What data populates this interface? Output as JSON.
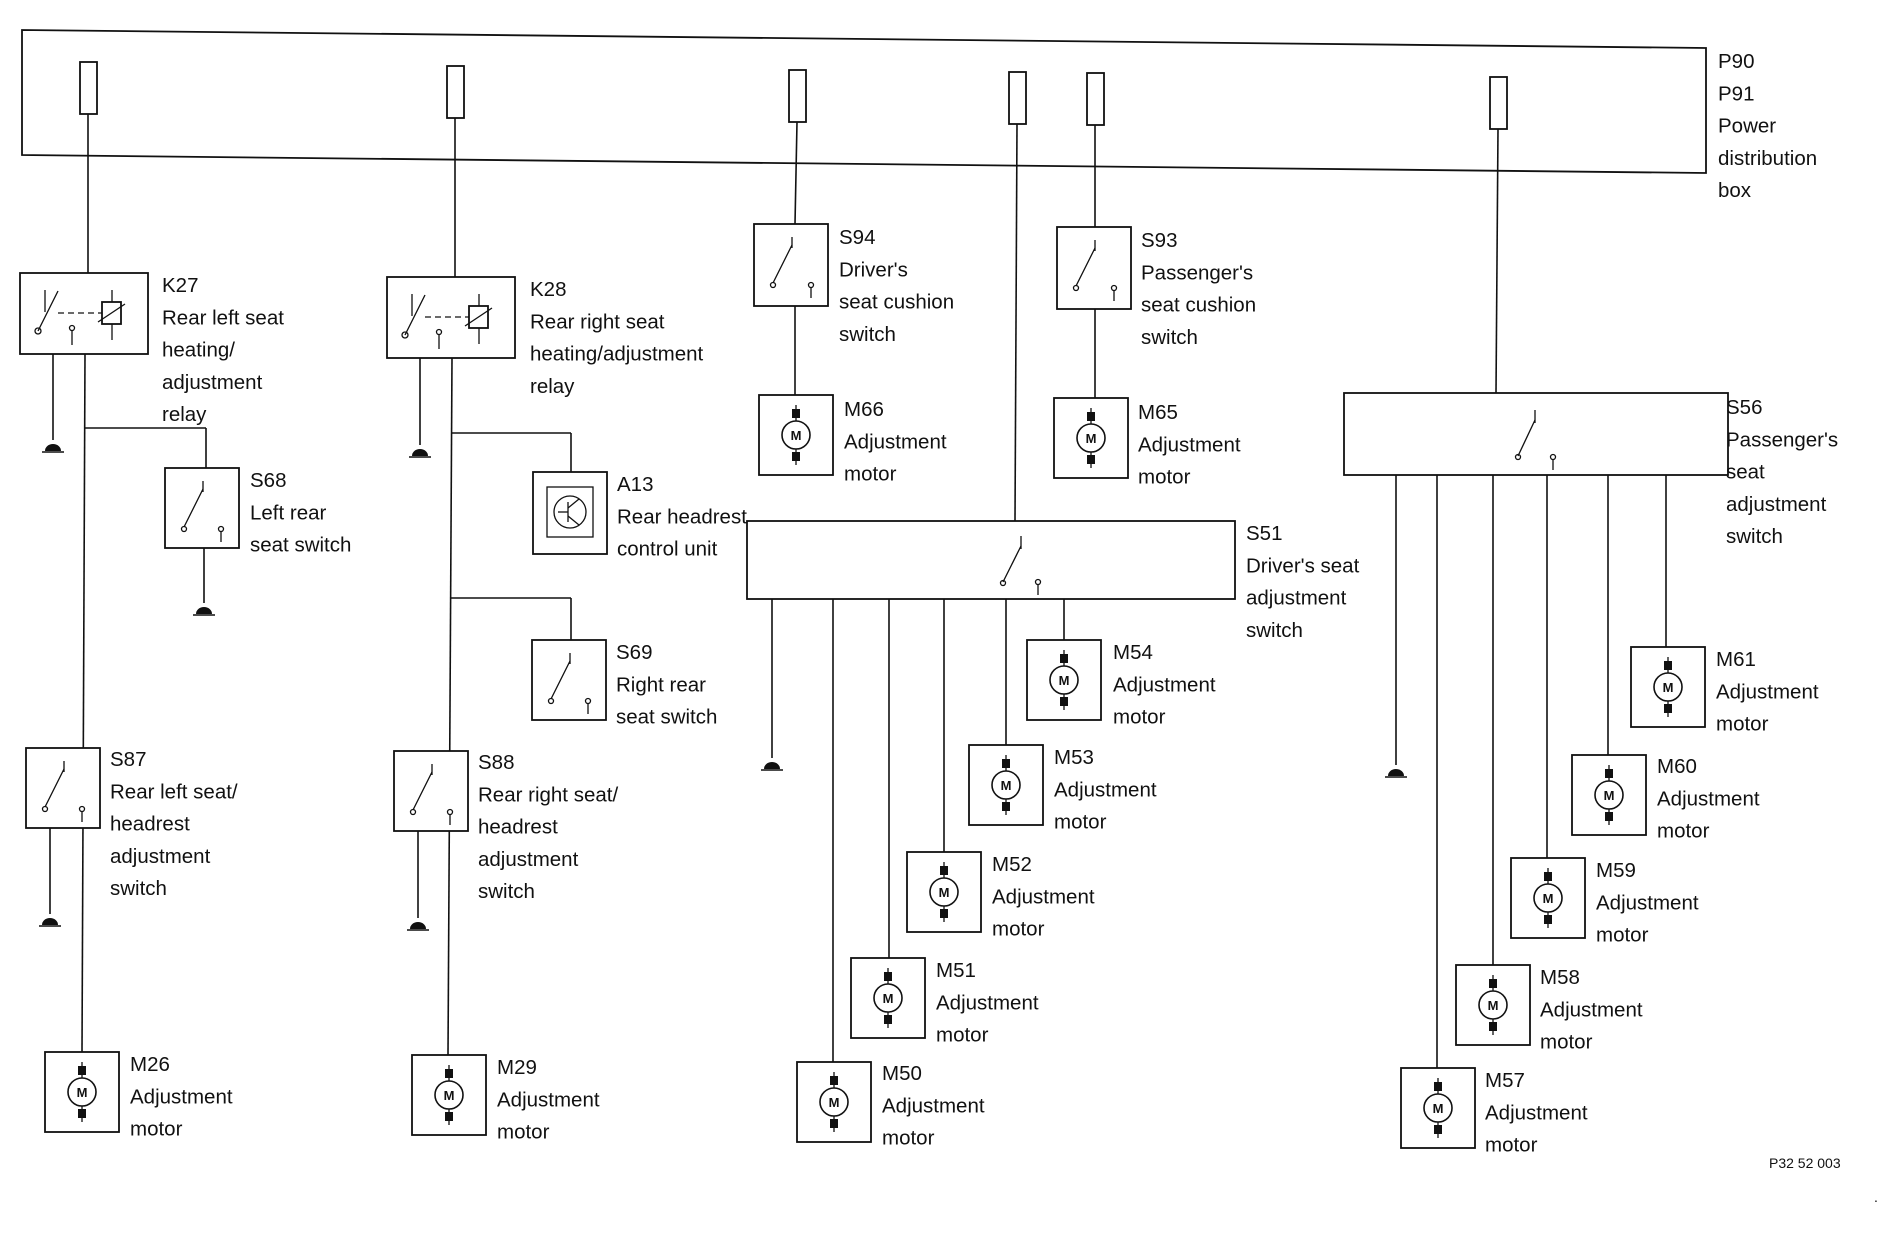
{
  "power_box": {
    "lines": [
      "P90",
      "P91",
      "Power",
      "distribution",
      "box"
    ]
  },
  "components": {
    "K27": {
      "lines": [
        "K27",
        "Rear left seat",
        "heating/",
        "adjustment",
        "relay"
      ]
    },
    "K28": {
      "lines": [
        "K28",
        "Rear right seat",
        "heating/adjustment",
        "relay"
      ]
    },
    "S94": {
      "lines": [
        "S94",
        "Driver's",
        "seat cushion",
        "switch"
      ]
    },
    "S93": {
      "lines": [
        "S93",
        "Passenger's",
        "seat cushion",
        "switch"
      ]
    },
    "S56": {
      "lines": [
        "S56",
        "Passenger's",
        "seat",
        "adjustment",
        "switch"
      ]
    },
    "S51": {
      "lines": [
        "S51",
        "Driver's seat",
        "adjustment",
        "switch"
      ]
    },
    "S68": {
      "lines": [
        "S68",
        "Left rear",
        "seat switch"
      ]
    },
    "A13": {
      "lines": [
        "A13",
        "Rear headrest",
        "control unit"
      ]
    },
    "S69": {
      "lines": [
        "S69",
        "Right rear",
        "seat switch"
      ]
    },
    "S87": {
      "lines": [
        "S87",
        "Rear left seat/",
        "headrest",
        "adjustment",
        "switch"
      ]
    },
    "S88": {
      "lines": [
        "S88",
        "Rear right seat/",
        "headrest",
        "adjustment",
        "switch"
      ]
    },
    "M66": {
      "lines": [
        "M66",
        "Adjustment",
        "motor"
      ]
    },
    "M65": {
      "lines": [
        "M65",
        "Adjustment",
        "motor"
      ]
    },
    "M54": {
      "lines": [
        "M54",
        "Adjustment",
        "motor"
      ]
    },
    "M53": {
      "lines": [
        "M53",
        "Adjustment",
        "motor"
      ]
    },
    "M52": {
      "lines": [
        "M52",
        "Adjustment",
        "motor"
      ]
    },
    "M51": {
      "lines": [
        "M51",
        "Adjustment",
        "motor"
      ]
    },
    "M50": {
      "lines": [
        "M50",
        "Adjustment",
        "motor"
      ]
    },
    "M61": {
      "lines": [
        "M61",
        "Adjustment",
        "motor"
      ]
    },
    "M60": {
      "lines": [
        "M60",
        "Adjustment",
        "motor"
      ]
    },
    "M59": {
      "lines": [
        "M59",
        "Adjustment",
        "motor"
      ]
    },
    "M58": {
      "lines": [
        "M58",
        "Adjustment",
        "motor"
      ]
    },
    "M57": {
      "lines": [
        "M57",
        "Adjustment",
        "motor"
      ]
    },
    "M26": {
      "lines": [
        "M26",
        "Adjustment",
        "motor"
      ]
    },
    "M29": {
      "lines": [
        "M29",
        "Adjustment",
        "motor"
      ]
    }
  },
  "motor_symbol_letter": "M",
  "footer": {
    "code": "P32 52 003"
  }
}
